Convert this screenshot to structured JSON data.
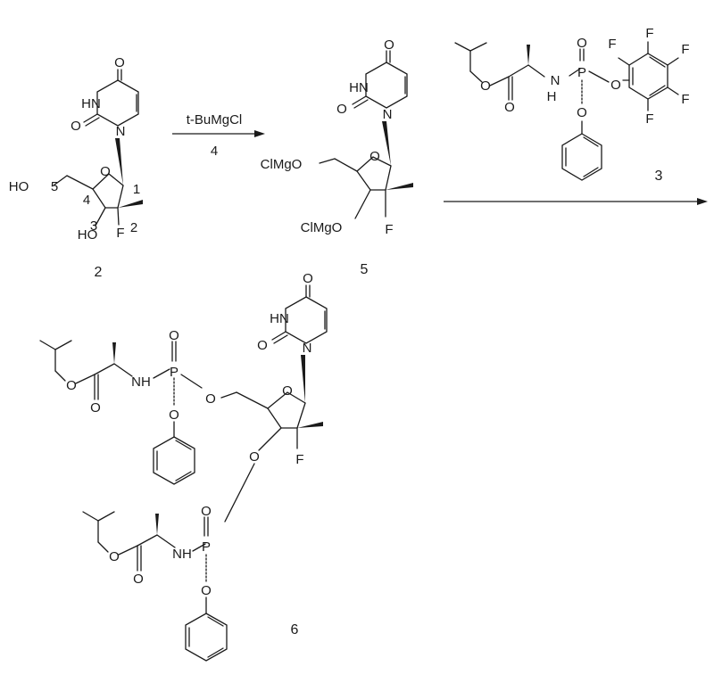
{
  "atoms": {
    "O": "O",
    "HN": "HN",
    "N": "N",
    "H": "H",
    "HO": "HO",
    "F": "F",
    "P": "P",
    "ClMgO": "ClMgO",
    "NH": "NH"
  },
  "position_numbers": [
    "1",
    "2",
    "3",
    "4",
    "5"
  ],
  "compounds": {
    "c2": "2",
    "c3": "3",
    "c5": "5",
    "c6": "6"
  },
  "reagents": {
    "step1_above": "t-BuMgCl",
    "step1_below": "4"
  }
}
